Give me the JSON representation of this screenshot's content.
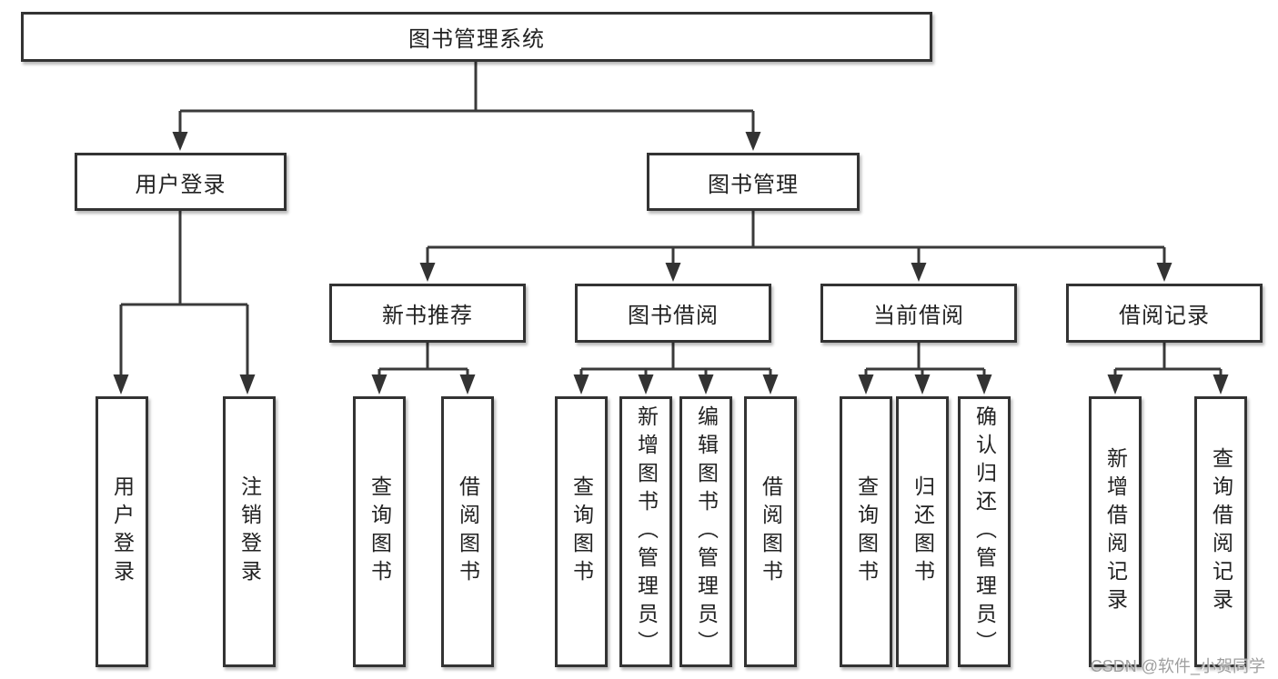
{
  "tree": {
    "root": "图书管理系统",
    "branches": [
      {
        "label": "用户登录",
        "children": [
          "用户登录",
          "注销登录"
        ]
      },
      {
        "label": "图书管理",
        "children": [
          {
            "label": "新书推荐",
            "children": [
              "查询图书",
              "借阅图书"
            ]
          },
          {
            "label": "图书借阅",
            "children": [
              "查询图书",
              "新增图书（管理员）",
              "编辑图书（管理员）",
              "借阅图书"
            ]
          },
          {
            "label": "当前借阅",
            "children": [
              "查询图书",
              "归还图书",
              "确认归还（管理员）"
            ]
          },
          {
            "label": "借阅记录",
            "children": [
              "新增借阅记录",
              "查询借阅记录"
            ]
          }
        ]
      }
    ]
  },
  "watermark": {
    "text": "CSDN @软件_小贺同学"
  },
  "colors": {
    "line": "#3a3a3a",
    "box_border": "#333333",
    "text": "#222222",
    "background": "#ffffff",
    "watermark": "#9e9e9e"
  }
}
